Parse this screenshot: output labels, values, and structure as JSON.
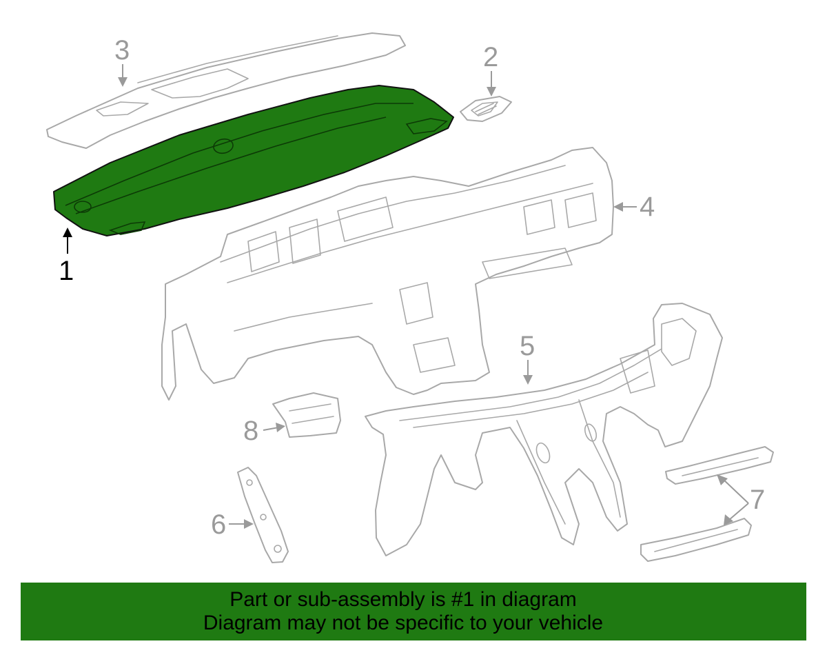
{
  "callouts": {
    "p1": "1",
    "p2": "2",
    "p3": "3",
    "p4": "4",
    "p5": "5",
    "p6": "6",
    "p7": "7",
    "p8": "8"
  },
  "highlighted_part": "1",
  "colors": {
    "highlight_fill": "#1f7a12",
    "line_gray": "#a8a8a8",
    "banner_bg": "#1f7a12"
  },
  "banner": {
    "line1": "Part or sub-assembly is #1 in diagram",
    "line2": "Diagram may not be specific to your vehicle"
  }
}
